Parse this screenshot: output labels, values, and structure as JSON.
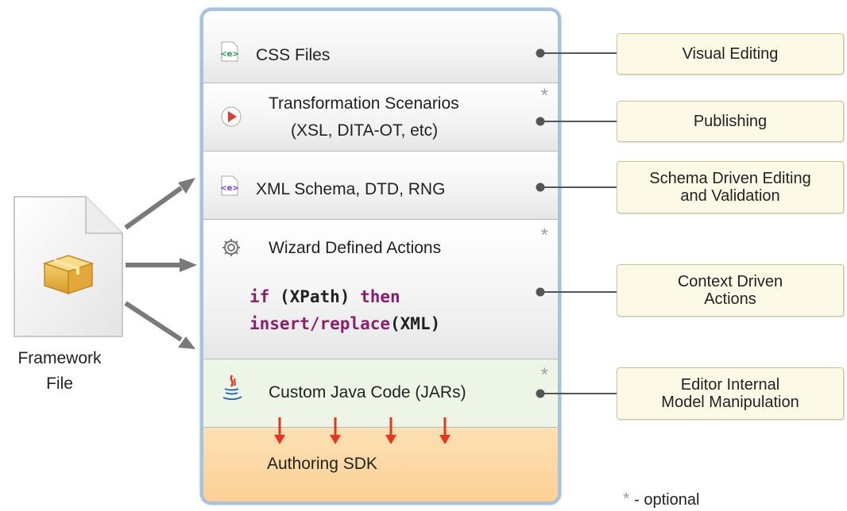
{
  "sections": {
    "css": {
      "label": "CSS Files"
    },
    "transform": {
      "line1": "Transformation Scenarios",
      "line2": "(XSL, DITA-OT, etc)"
    },
    "schema": {
      "label": "XML Schema, DTD, RNG"
    },
    "wizard": {
      "label": "Wizard Defined Actions",
      "code_line1_kw1": "if",
      "code_line1_mid": " (XPath) ",
      "code_line1_kw2": "then",
      "code_line2_kw": "insert/replace",
      "code_line2_rest": "(XML)"
    },
    "java": {
      "label": "Custom Java Code (JARs)"
    },
    "sdk": {
      "label": "Authoring SDK"
    }
  },
  "optional_marker": "*",
  "targets": {
    "visual_editing": "Visual Editing",
    "publishing": "Publishing",
    "schema_driven_1": "Schema Driven Editing",
    "schema_driven_2": "and Validation",
    "context_driven_1": "Context Driven",
    "context_driven_2": "Actions",
    "editor_internal_1": "Editor Internal",
    "editor_internal_2": "Model Manipulation"
  },
  "framework_file": {
    "line1": "Framework",
    "line2": "File"
  },
  "legend": {
    "star": "*",
    "text": "- optional"
  },
  "colors": {
    "stack_border": "#a9c2dc",
    "java_bg": "#edf6e6",
    "sdk_bg": "#fcd79f",
    "target_bg": "#fcfae6",
    "arrow_grey": "#7a7a7a",
    "arrow_red": "#e8361c",
    "code_keyword": "#8b1f6b"
  },
  "icons": [
    "document-icon",
    "css-icon",
    "play-icon",
    "xml-icon",
    "gear-icon",
    "java-icon",
    "package-icon"
  ]
}
